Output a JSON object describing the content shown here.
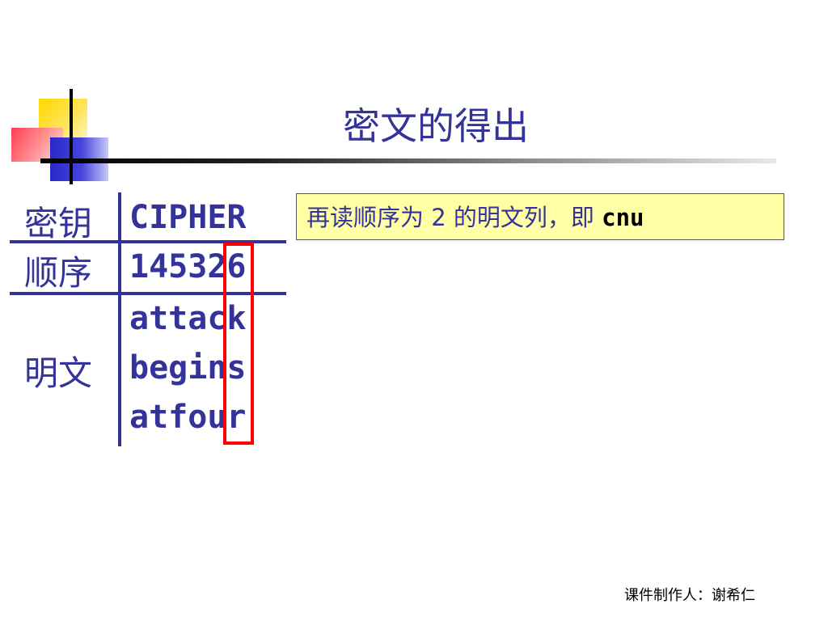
{
  "slide": {
    "title": "密文的得出",
    "table": {
      "key_label": "密钥",
      "key_value": "CIPHER",
      "order_label": "顺序",
      "order_value": "145326",
      "plaintext_label": "明文",
      "plaintext_rows": [
        "attack",
        "begins",
        "atfour"
      ]
    },
    "callout": {
      "text": "再读顺序为 2 的明文列，即 ",
      "code": "cnu"
    },
    "footer": "课件制作人：谢希仁"
  },
  "colors": {
    "text": "#333399",
    "highlight_border": "#ff0000",
    "callout_bg": "#ffffa6"
  }
}
